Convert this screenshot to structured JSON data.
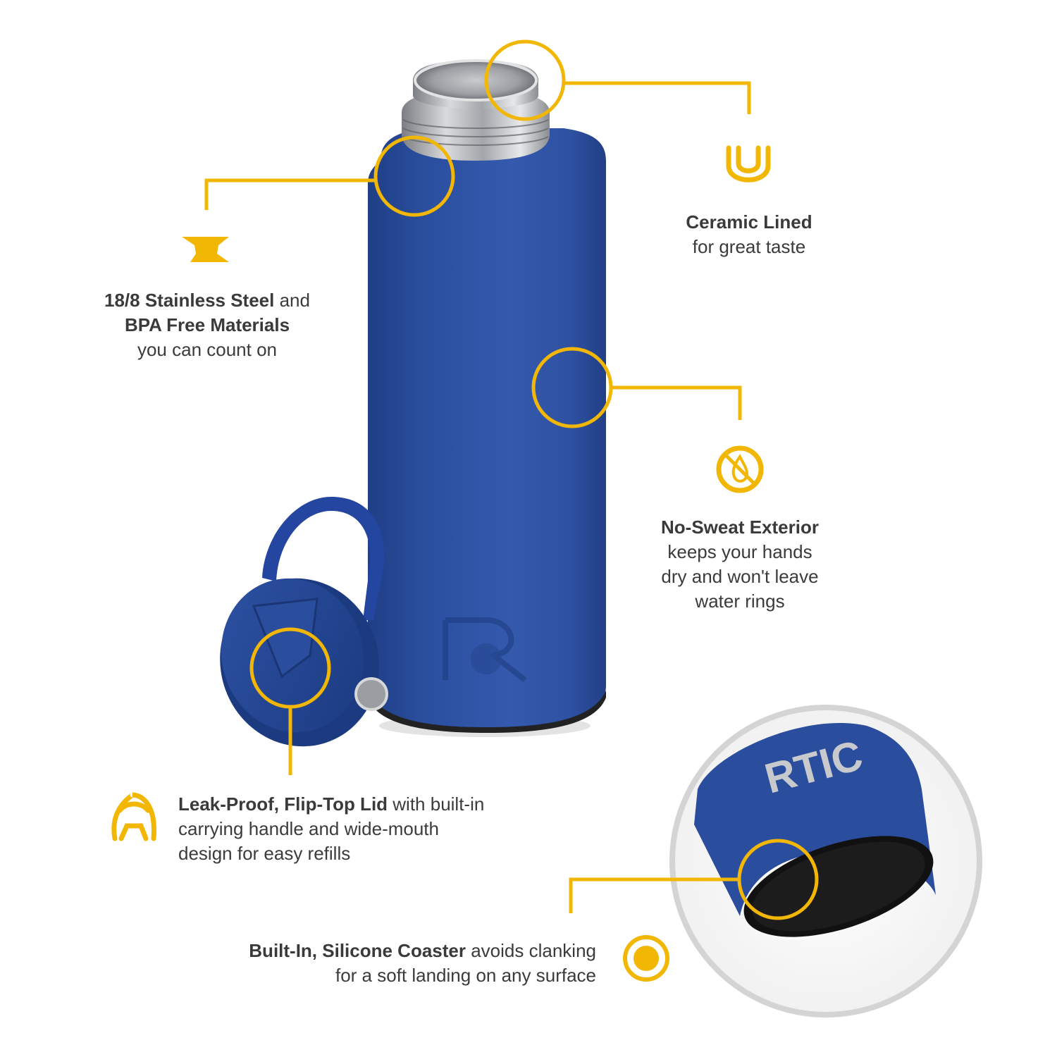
{
  "colors": {
    "accent": "#f2b705",
    "bottle_blue": "#2f56a8",
    "text": "#3b3b3b"
  },
  "features": {
    "ceramic": {
      "icon": "ceramic-liner-icon",
      "title": "Ceramic Lined",
      "body": "for great taste"
    },
    "steel": {
      "icon": "steel-beam-icon",
      "title1": "18/8 Stainless Steel",
      "mid": " and",
      "title2": "BPA Free Materials",
      "body": "you can count on"
    },
    "sweat": {
      "icon": "no-sweat-icon",
      "title": "No-Sweat Exterior",
      "body1": "keeps your hands",
      "body2": "dry and won't leave",
      "body3": "water rings"
    },
    "lid": {
      "icon": "lid-icon",
      "title": "Leak-Proof, Flip-Top Lid",
      "body1": " with built-in",
      "body2": "carrying handle and wide-mouth",
      "body3": "design for easy refills"
    },
    "coaster": {
      "icon": "coaster-icon",
      "title": "Built-In, Silicone Coaster",
      "body1": " avoids clanking",
      "body2": "for a soft landing on any surface"
    }
  },
  "logo": {
    "brand": "RTIC"
  }
}
